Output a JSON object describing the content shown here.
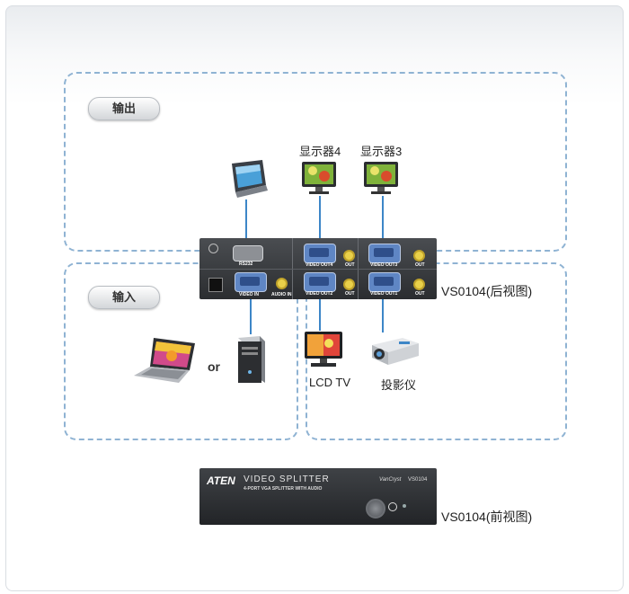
{
  "sections": {
    "output_label": "输出",
    "input_label": "输入"
  },
  "devices": {
    "monitor4_label": "显示器4",
    "monitor3_label": "显示器3",
    "lcd_tv_label": "LCD TV",
    "projector_label": "投影仪",
    "or_label": "or"
  },
  "rear_panel": {
    "caption": "VS0104(后视图)",
    "ports": {
      "rs232": "RS232",
      "video_in": "VIDEO IN",
      "audio_in": "AUDIO IN",
      "video_out4": "VIDEO OUT4",
      "video_out3": "VIDEO OUT3",
      "video_out2": "VIDEO OUT2",
      "video_out1": "VIDEO OUT1",
      "out": "OUT"
    }
  },
  "front_panel": {
    "caption": "VS0104(前视图)",
    "brand": "ATEN",
    "title": "VIDEO SPLITTER",
    "subtitle": "4-PORT VGA SPLITTER WITH AUDIO",
    "series": "VanCryst",
    "model": "VS0104"
  },
  "colors": {
    "connector_blue": "#3d86c7",
    "dashed_border": "#8fb3d3",
    "vga_port": "#5f86c4",
    "audio_port": "#e9d04a"
  }
}
